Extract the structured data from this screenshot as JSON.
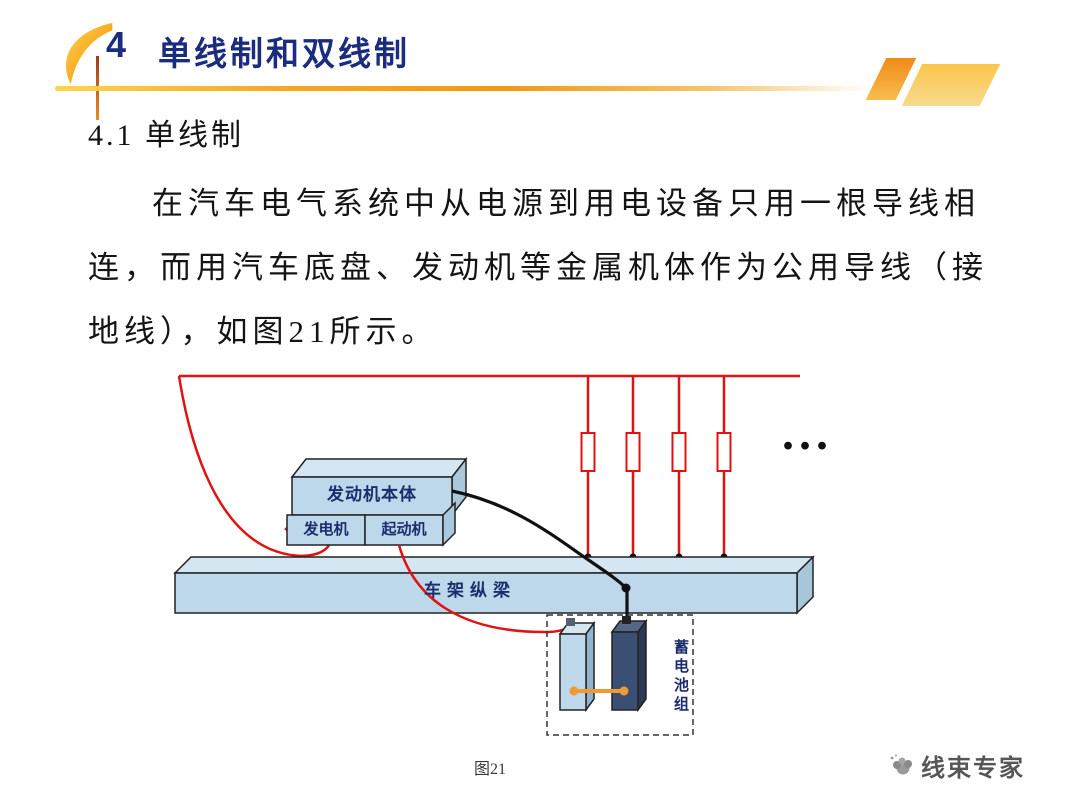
{
  "slide": {
    "header": {
      "number": "4",
      "title": "单线制和双线制"
    },
    "section_heading": "4.1 单线制",
    "paragraph_lines": [
      "在汽车电气系统中从电源到用电设备只用一根导线相",
      "连，而用汽车底盘、发动机等金属机体作为公用导线（接",
      "地线），如图21所示。"
    ],
    "figure": {
      "caption": "图21",
      "ellipsis": "...",
      "labels": {
        "engine": "发动机本体",
        "generator": "发电机",
        "starter": "起动机",
        "frame_rail": "车架纵梁",
        "battery_pack": "蓄电池组"
      },
      "colors": {
        "accent_navy": "#1b2c80",
        "wire_red": "#e01212",
        "wire_black": "#111111",
        "box_fill": "#bcd8ea",
        "connector_orange": "#f09a32"
      }
    },
    "watermark": {
      "text": "线束专家"
    }
  }
}
